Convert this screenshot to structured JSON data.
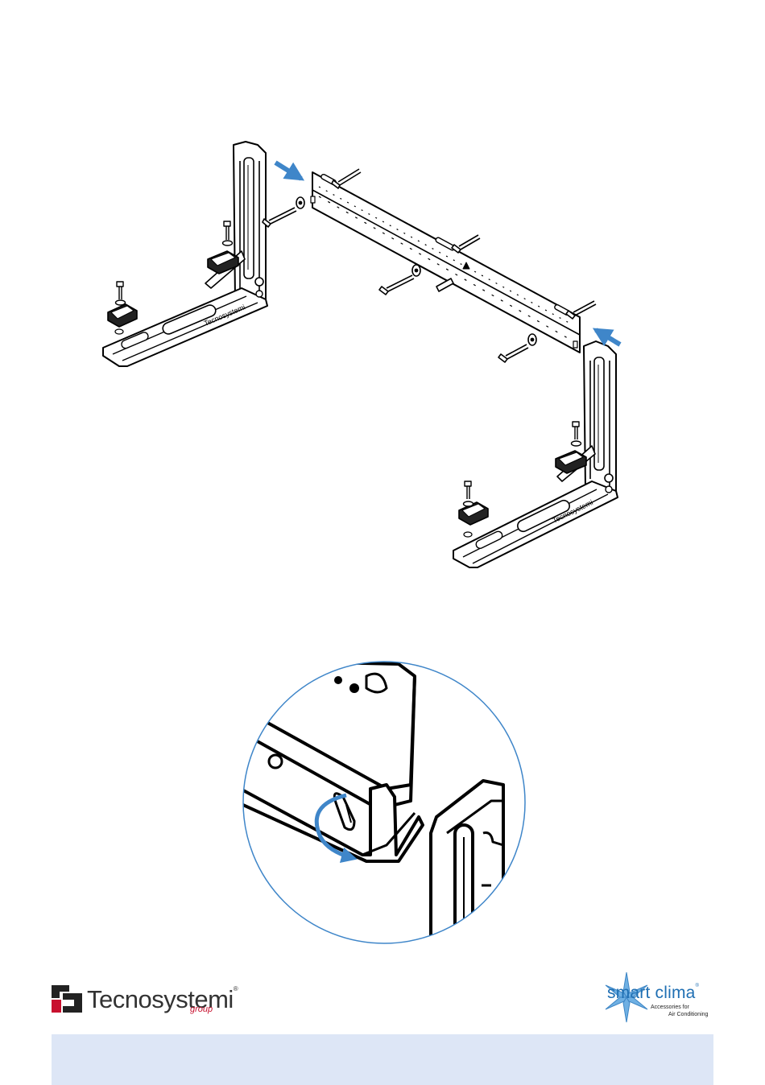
{
  "brands": {
    "tecnosystemi": {
      "name": "Tecnosystemi",
      "suffix": "group",
      "registered": "®"
    },
    "smart_clima": {
      "name": "smart clima",
      "registered": "®",
      "tagline_1": "Accessories for",
      "tagline_2": "Air Conditioning"
    },
    "bracket_marking": "Tecnosystemi"
  },
  "colors": {
    "arrow_blue": "#3f86c9",
    "detail_circle": "#3f86c9",
    "bottom_band": "#dde6f6",
    "tecno_red": "#c8102e",
    "smart_blue": "#1f6fb3"
  },
  "icons": {
    "tecno_mark": "tecnosystemi-logo-mark",
    "smart_mark": "smart-clima-snowflake"
  }
}
